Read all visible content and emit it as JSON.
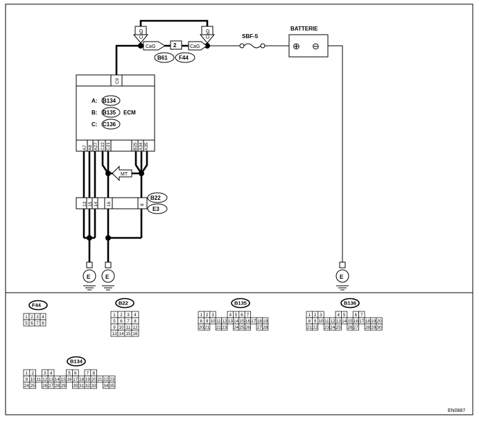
{
  "fuse": "SBF-5",
  "battery": {
    "label": "BATTERIE",
    "plus": "⊕",
    "minus": "⊖"
  },
  "conn_top": {
    "caa_label": "CaG",
    "cab_label": "CaG",
    "inline": "2",
    "f44": "F44",
    "b61": "B61",
    "cad": "CaD"
  },
  "ecm": {
    "c_pin": "C9",
    "label": "ECM",
    "rows": [
      {
        "prefix": "A:",
        "conn": "B134"
      },
      {
        "prefix": "B:",
        "conn": "B135"
      },
      {
        "prefix": "C:",
        "conn": "C136"
      }
    ],
    "pins": [
      "A7",
      "A8",
      "A27",
      "C22",
      "C21",
      "B25",
      "A34",
      "A35"
    ]
  },
  "mt_label": "MT",
  "joint": {
    "pins": [
      "13",
      "15",
      "14",
      "16",
      "8"
    ],
    "conn1": "B22",
    "conn2": "E3"
  },
  "ground": "E",
  "faces": {
    "f44": {
      "name": "F44",
      "rows": [
        [
          "1",
          "2",
          "3",
          "4"
        ],
        [
          "5",
          "6",
          "7",
          "8"
        ]
      ]
    },
    "b22": {
      "name": "B22",
      "rows": [
        [
          "1",
          "2",
          "3",
          "4"
        ],
        [
          "5",
          "6",
          "7",
          "8"
        ],
        [
          "9",
          "10",
          "11",
          "12"
        ],
        [
          "13",
          "14",
          "15",
          "16"
        ]
      ]
    },
    "b135": {
      "name": "B135",
      "rows": [
        [
          "1",
          "2",
          "3",
          "",
          "",
          "4",
          "5",
          "6",
          "7"
        ],
        [
          "8",
          "9",
          "10",
          "11",
          "12",
          "13",
          "14",
          "15",
          "16",
          "17",
          "18",
          "19"
        ],
        [
          "20",
          "21",
          "",
          "22",
          "23",
          "",
          "24",
          "25",
          "26",
          "",
          "27",
          "28"
        ]
      ]
    },
    "b136": {
      "name": "B136",
      "rows": [
        [
          "1",
          "2",
          "3",
          "",
          "",
          "4",
          "5",
          "",
          "6",
          "7"
        ],
        [
          "8",
          "9",
          "10",
          "11",
          "12",
          "13",
          "14",
          "15",
          "16",
          "17",
          "18",
          "19",
          "20"
        ],
        [
          "21",
          "22",
          "",
          "23",
          "24",
          "25",
          "",
          "26",
          "27",
          "",
          "28",
          "29",
          "30"
        ]
      ]
    },
    "b134": {
      "name": "B134",
      "rows": [
        [
          "1",
          "2",
          "",
          "3",
          "4",
          "",
          "",
          "5",
          "6",
          "",
          "7",
          "8"
        ],
        [
          "9",
          "10",
          "11",
          "12",
          "13",
          "14",
          "15",
          "16",
          "17",
          "18",
          "19",
          "20",
          "21",
          "22",
          "23"
        ],
        [
          "24",
          "25",
          "",
          "26",
          "27",
          "28",
          "29",
          "",
          "30",
          "31",
          "32",
          "33",
          "",
          "34",
          "35"
        ]
      ]
    }
  },
  "code": "EN0887"
}
